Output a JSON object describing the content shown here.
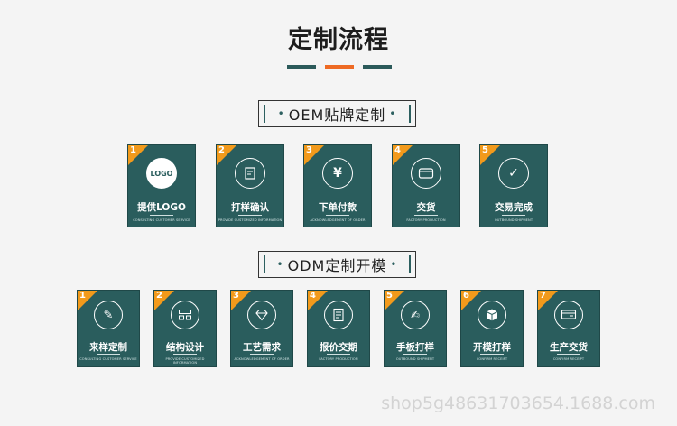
{
  "title": "定制流程",
  "colors": {
    "teal": "#2a5d5d",
    "orange": "#ee6a24",
    "badge": "#f29a1b"
  },
  "oem": {
    "heading": "OEM贴牌定制",
    "steps": [
      {
        "num": "1",
        "label": "提供LOGO",
        "sub": "CONSULTING CUSTOMER SERVICE",
        "icon_text": "LOGO",
        "icon": "logo-icon"
      },
      {
        "num": "2",
        "label": "打样确认",
        "sub": "PROVIDE CUSTOMIZED INFORMATION",
        "icon": "document-edit-icon"
      },
      {
        "num": "3",
        "label": "下单付款",
        "sub": "ACKNOWLEDGEMENT OF ORDER",
        "icon": "yen-icon"
      },
      {
        "num": "4",
        "label": "交货",
        "sub": "FACTORY PRODUCTION",
        "icon": "wallet-icon"
      },
      {
        "num": "5",
        "label": "交易完成",
        "sub": "OUTBOUND SHIPMENT",
        "icon": "checkmark-icon"
      }
    ]
  },
  "odm": {
    "heading": "ODM定制开模",
    "steps": [
      {
        "num": "1",
        "label": "来样定制",
        "sub": "CONSULTING CUSTOMER SERVICE",
        "icon": "pencil-ruler-icon"
      },
      {
        "num": "2",
        "label": "结构设计",
        "sub": "PROVIDE CUSTOMIZED INFORMATION",
        "icon": "layout-icon"
      },
      {
        "num": "3",
        "label": "工艺需求",
        "sub": "ACKNOWLEDGEMENT OF ORDER",
        "icon": "gem-icon"
      },
      {
        "num": "4",
        "label": "报价交期",
        "sub": "FACTORY PRODUCTION",
        "icon": "document-icon"
      },
      {
        "num": "5",
        "label": "手板打样",
        "sub": "OUTBOUND SHIPMENT",
        "icon": "edit-icon"
      },
      {
        "num": "6",
        "label": "开模打样",
        "sub": "CONFIRM RECEIPT",
        "icon": "box-icon"
      },
      {
        "num": "7",
        "label": "生产交货",
        "sub": "CONFIRM RECEIPT",
        "icon": "truck-icon"
      }
    ]
  },
  "watermark": "shop5g48631703654.1688.com"
}
